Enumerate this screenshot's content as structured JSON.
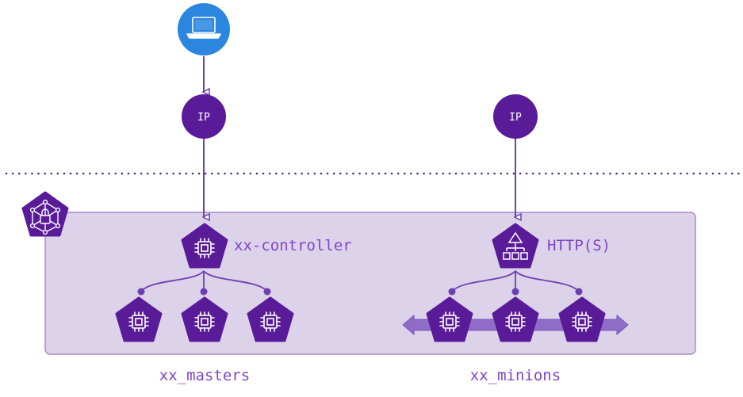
{
  "colors": {
    "client_blue": "#2a86de",
    "hex_purple": "#5a1b98",
    "line_purple": "#6e3fb0",
    "text_purple": "#7f45c8",
    "cluster_fill": "#dcd3ea",
    "cluster_border": "#9a73c8",
    "arrow_fill": "#8f6cc7",
    "dots": "#4a2a7a"
  },
  "nodes": {
    "laptop": {
      "icon": "laptop-icon"
    },
    "ip_left": {
      "label": "IP"
    },
    "ip_right": {
      "label": "IP"
    },
    "cluster": {
      "icon": "secure-network-icon"
    },
    "controller": {
      "label": "xx-controller",
      "icon": "chip-icon"
    },
    "load_balancer": {
      "label": "HTTP(S)",
      "icon": "load-balancer-icon"
    }
  },
  "groups": {
    "masters": {
      "label": "xx_masters"
    },
    "minions": {
      "label": "xx_minions"
    }
  }
}
